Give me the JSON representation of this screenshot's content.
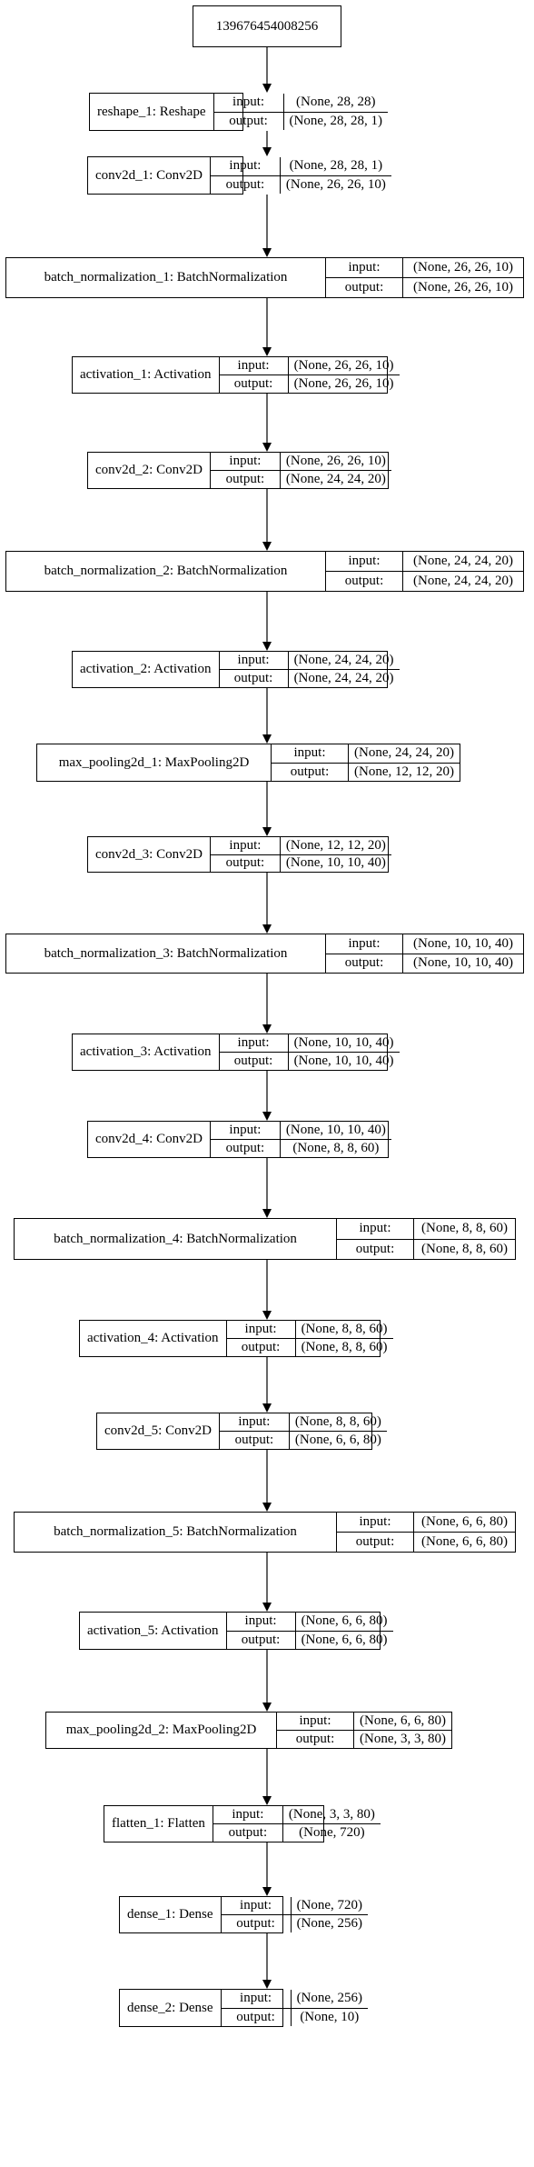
{
  "root": {
    "label": "139676454008256"
  },
  "port_labels": {
    "input": "input:",
    "output": "output:"
  },
  "layers": [
    {
      "label": "reshape_1: Reshape",
      "input": "(None, 28, 28)",
      "output": "(None, 28, 28, 1)"
    },
    {
      "label": "conv2d_1: Conv2D",
      "input": "(None, 28, 28, 1)",
      "output": "(None, 26, 26, 10)"
    },
    {
      "label": "batch_normalization_1: BatchNormalization",
      "input": "(None, 26, 26, 10)",
      "output": "(None, 26, 26, 10)"
    },
    {
      "label": "activation_1: Activation",
      "input": "(None, 26, 26, 10)",
      "output": "(None, 26, 26, 10)"
    },
    {
      "label": "conv2d_2: Conv2D",
      "input": "(None, 26, 26, 10)",
      "output": "(None, 24, 24, 20)"
    },
    {
      "label": "batch_normalization_2: BatchNormalization",
      "input": "(None, 24, 24, 20)",
      "output": "(None, 24, 24, 20)"
    },
    {
      "label": "activation_2: Activation",
      "input": "(None, 24, 24, 20)",
      "output": "(None, 24, 24, 20)"
    },
    {
      "label": "max_pooling2d_1: MaxPooling2D",
      "input": "(None, 24, 24, 20)",
      "output": "(None, 12, 12, 20)"
    },
    {
      "label": "conv2d_3: Conv2D",
      "input": "(None, 12, 12, 20)",
      "output": "(None, 10, 10, 40)"
    },
    {
      "label": "batch_normalization_3: BatchNormalization",
      "input": "(None, 10, 10, 40)",
      "output": "(None, 10, 10, 40)"
    },
    {
      "label": "activation_3: Activation",
      "input": "(None, 10, 10, 40)",
      "output": "(None, 10, 10, 40)"
    },
    {
      "label": "conv2d_4: Conv2D",
      "input": "(None, 10, 10, 40)",
      "output": "(None, 8, 8, 60)"
    },
    {
      "label": "batch_normalization_4: BatchNormalization",
      "input": "(None, 8, 8, 60)",
      "output": "(None, 8, 8, 60)"
    },
    {
      "label": "activation_4: Activation",
      "input": "(None, 8, 8, 60)",
      "output": "(None, 8, 8, 60)"
    },
    {
      "label": "conv2d_5: Conv2D",
      "input": "(None, 8, 8, 60)",
      "output": "(None, 6, 6, 80)"
    },
    {
      "label": "batch_normalization_5: BatchNormalization",
      "input": "(None, 6, 6, 80)",
      "output": "(None, 6, 6, 80)"
    },
    {
      "label": "activation_5: Activation",
      "input": "(None, 6, 6, 80)",
      "output": "(None, 6, 6, 80)"
    },
    {
      "label": "max_pooling2d_2: MaxPooling2D",
      "input": "(None, 6, 6, 80)",
      "output": "(None, 3, 3, 80)"
    },
    {
      "label": "flatten_1: Flatten",
      "input": "(None, 3, 3, 80)",
      "output": "(None, 720)"
    },
    {
      "label": "dense_1: Dense",
      "input": "(None, 720)",
      "output": "(None, 256)"
    },
    {
      "label": "dense_2: Dense",
      "input": "(None, 256)",
      "output": "(None, 10)"
    }
  ]
}
